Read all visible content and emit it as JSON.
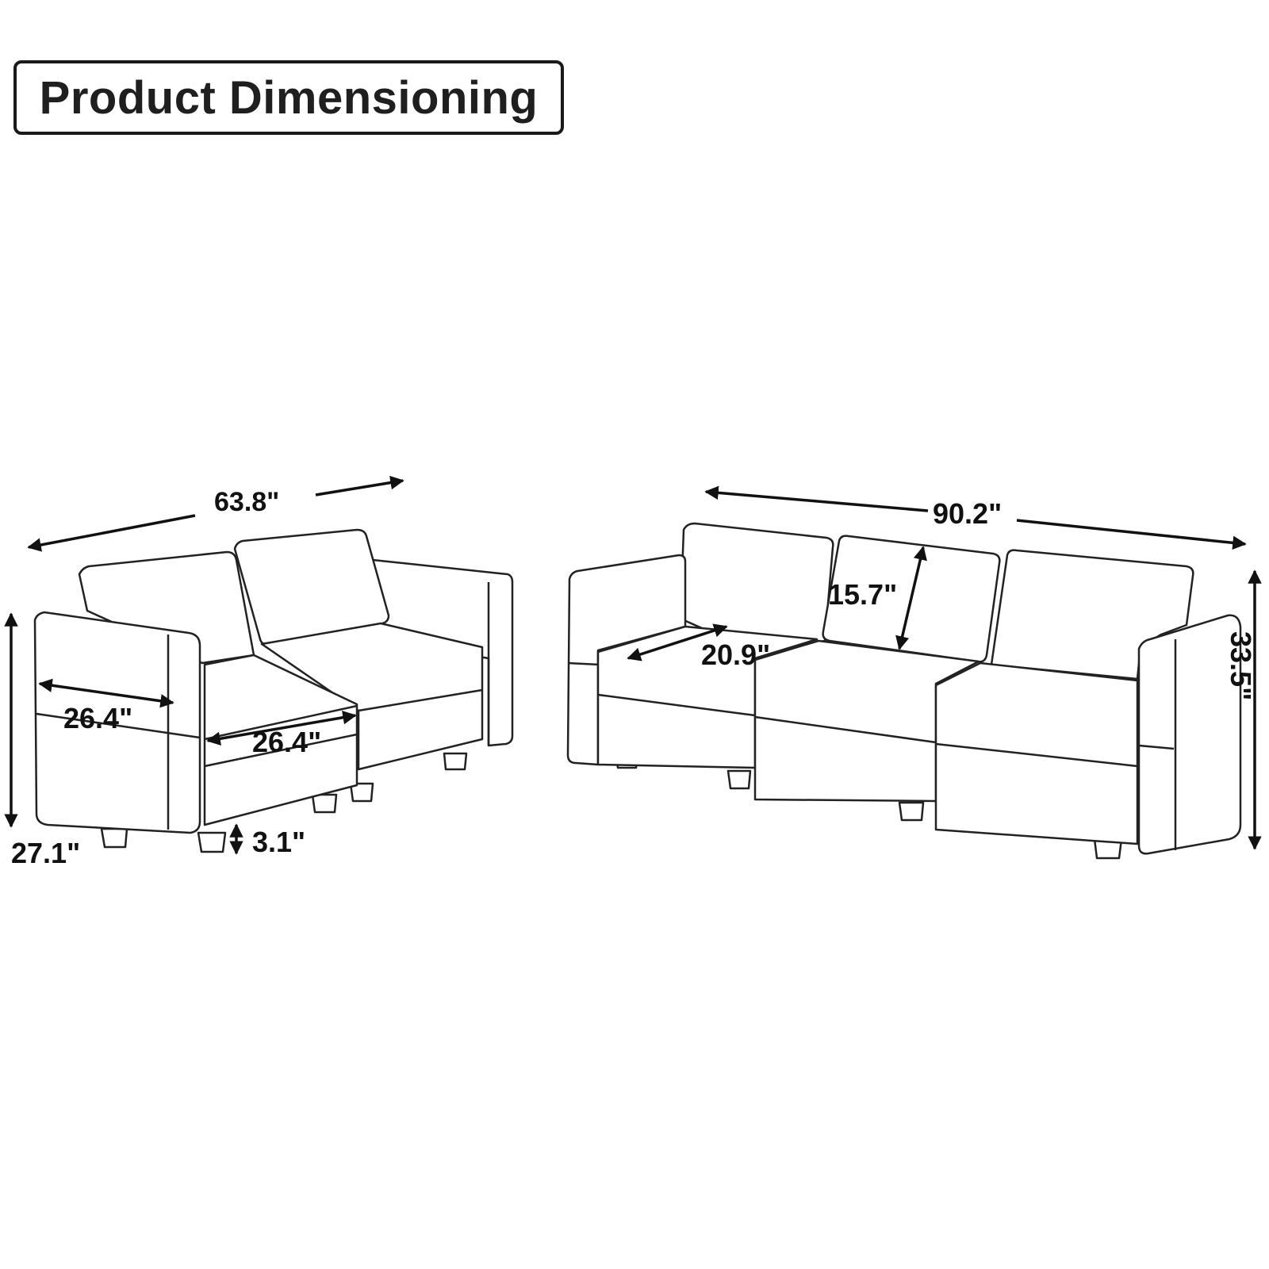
{
  "title": "Product Dimensioning",
  "loveseat": {
    "overall_width": "63.8\"",
    "arm_depth": "26.4\"",
    "seat_width": "26.4\"",
    "overall_height": "27.1\"",
    "leg_height": "3.1\""
  },
  "sofa": {
    "overall_width": "90.2\"",
    "back_cushion_height": "15.7\"",
    "seat_depth": "20.9\"",
    "overall_height": "33.5\""
  },
  "colors": {
    "line": "#111111",
    "fill": "#ffffff",
    "text": "#1f1f1f"
  }
}
